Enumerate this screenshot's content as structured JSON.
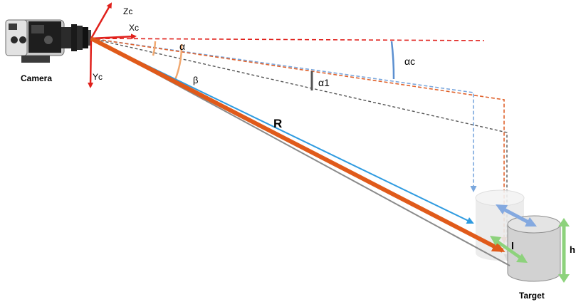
{
  "labels": {
    "camera": "Camera",
    "target": "Target",
    "zc": "Zc",
    "xc": "Xc",
    "yc": "Yc",
    "alpha": "α",
    "beta": "β",
    "alpha_c": "αc",
    "alpha1": "α1",
    "range": "R",
    "length": "l",
    "height": "h"
  },
  "colors": {
    "axis_red": "#e0201b",
    "blue_dashed": "#7aa7dd",
    "orange_dashed": "#e0622c",
    "gray_dashed": "#555555",
    "red_dashed": "#e0201b",
    "blue_solid": "#2f9be0",
    "orange_thick": "#e05a1a",
    "gray_solid": "#8a8a8a",
    "arc_orange": "#f0a870",
    "arc_blue": "#5b8fd0",
    "width_arrow": "#84a9e0",
    "green_arrow": "#8dd27c",
    "cylinder_fill": "#d2d2d2",
    "cylinder_ghost": "#ebebeb"
  },
  "icons": {
    "camera": "camera-icon",
    "target": "cylinder-icon"
  }
}
